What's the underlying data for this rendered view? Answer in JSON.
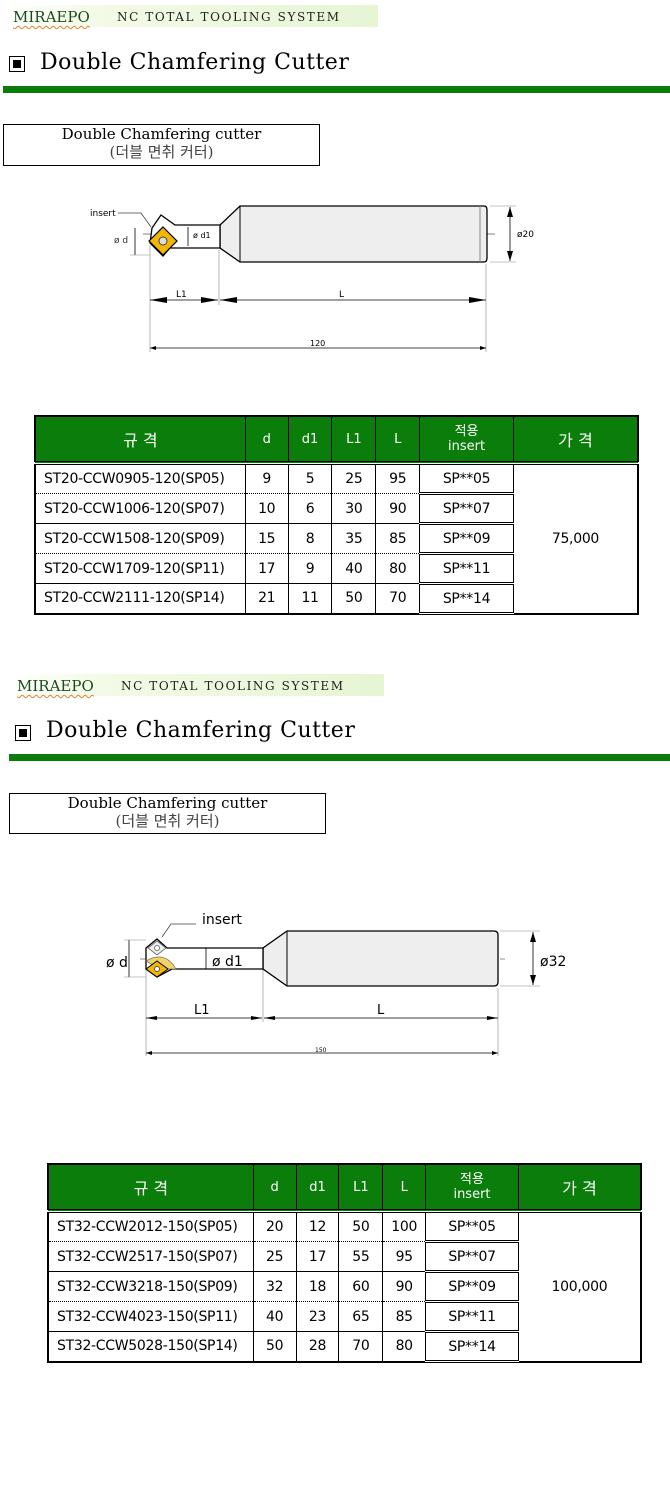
{
  "sections": [
    {
      "brand": "MIRAEPO",
      "system": "NC TOTAL TOOLING SYSTEM",
      "title": "Double Chamfering Cutter",
      "box_line1": "Double Chamfering cutter",
      "box_line2": "(더블 면취 커터)",
      "drawing": {
        "insert": "insert",
        "d": "ø d",
        "d1": "ø d1",
        "dia": "ø20",
        "L1": "L1",
        "L": "L",
        "total": "120"
      },
      "table": {
        "headers": [
          "규 격",
          "d",
          "d1",
          "L1",
          "L",
          "적용",
          "insert",
          "가 격"
        ],
        "rows": [
          [
            "ST20-CCW0905-120(SP05)",
            "9",
            "5",
            "25",
            "95",
            "SP**05"
          ],
          [
            "ST20-CCW1006-120(SP07)",
            "10",
            "6",
            "30",
            "90",
            "SP**07"
          ],
          [
            "ST20-CCW1508-120(SP09)",
            "15",
            "8",
            "35",
            "85",
            "SP**09"
          ],
          [
            "ST20-CCW1709-120(SP11)",
            "17",
            "9",
            "40",
            "80",
            "SP**11"
          ],
          [
            "ST20-CCW2111-120(SP14)",
            "21",
            "11",
            "50",
            "70",
            "SP**14"
          ]
        ],
        "price": "75,000"
      }
    },
    {
      "brand": "MIRAEPO",
      "system": "NC TOTAL TOOLING SYSTEM",
      "title": "Double Chamfering Cutter",
      "box_line1": "Double Chamfering cutter",
      "box_line2": "(더블 면취 커터)",
      "drawing": {
        "insert": "insert",
        "d": "ø d",
        "d1": "ø d1",
        "dia": "ø32",
        "L1": "L1",
        "L": "L",
        "total": "150"
      },
      "table": {
        "headers": [
          "규 격",
          "d",
          "d1",
          "L1",
          "L",
          "적용",
          "insert",
          "가 격"
        ],
        "rows": [
          [
            "ST32-CCW2012-150(SP05)",
            "20",
            "12",
            "50",
            "100",
            "SP**05"
          ],
          [
            "ST32-CCW2517-150(SP07)",
            "25",
            "17",
            "55",
            "95",
            "SP**07"
          ],
          [
            "ST32-CCW3218-150(SP09)",
            "32",
            "18",
            "60",
            "90",
            "SP**09"
          ],
          [
            "ST32-CCW4023-150(SP11)",
            "40",
            "23",
            "65",
            "85",
            "SP**11"
          ],
          [
            "ST32-CCW5028-150(SP14)",
            "50",
            "28",
            "70",
            "80",
            "SP**14"
          ]
        ],
        "price": "100,000"
      }
    }
  ],
  "colors": {
    "green": "#0a7d0a",
    "insert": "#f2b705"
  }
}
